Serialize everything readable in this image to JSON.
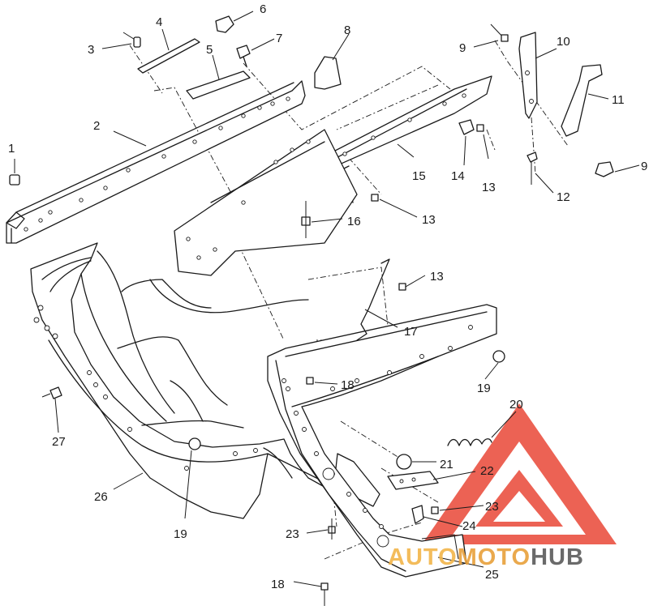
{
  "callouts": [
    {
      "n": "1"
    },
    {
      "n": "2"
    },
    {
      "n": "3"
    },
    {
      "n": "4"
    },
    {
      "n": "5"
    },
    {
      "n": "6"
    },
    {
      "n": "7"
    },
    {
      "n": "8"
    },
    {
      "n": "9"
    },
    {
      "n": "10"
    },
    {
      "n": "11"
    },
    {
      "n": "9"
    },
    {
      "n": "12"
    },
    {
      "n": "13"
    },
    {
      "n": "14"
    },
    {
      "n": "15"
    },
    {
      "n": "16"
    },
    {
      "n": "13"
    },
    {
      "n": "13"
    },
    {
      "n": "17"
    },
    {
      "n": "18"
    },
    {
      "n": "19"
    },
    {
      "n": "20"
    },
    {
      "n": "21"
    },
    {
      "n": "22"
    },
    {
      "n": "23"
    },
    {
      "n": "24"
    },
    {
      "n": "25"
    },
    {
      "n": "23"
    },
    {
      "n": "18"
    },
    {
      "n": "19"
    },
    {
      "n": "26"
    },
    {
      "n": "27"
    }
  ],
  "watermark": {
    "word_a": "AUTO",
    "word_b": "MOTO",
    "word_c": "HUB",
    "colors": {
      "primary": "#e8402f",
      "accent": "#f2b54a",
      "text": "#5a5a5a"
    }
  },
  "colors": {
    "ink": "#1a1a1a",
    "paper": "#ffffff"
  }
}
